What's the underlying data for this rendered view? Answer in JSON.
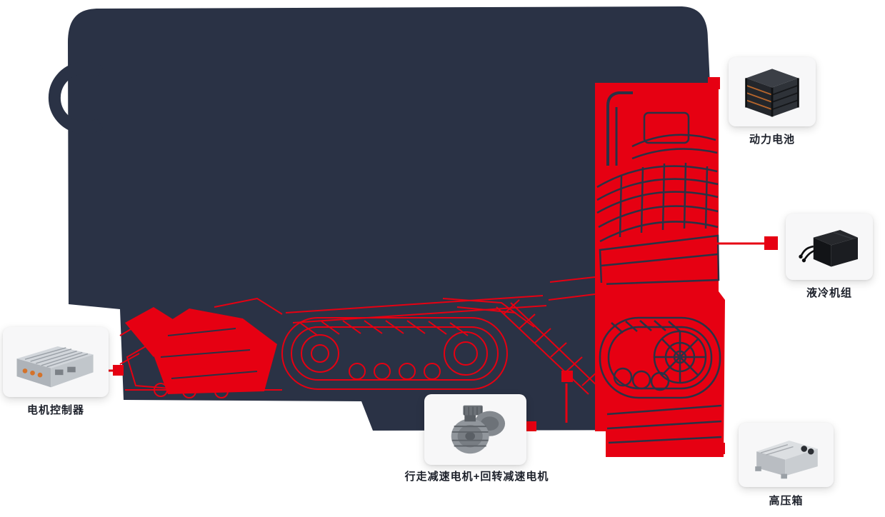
{
  "diagram": {
    "type": "product-component-callout-diagram",
    "subject": "electric-crawler-excavator",
    "components": [
      {
        "id": "power-battery",
        "label": "动力电池"
      },
      {
        "id": "liquid-cooling-unit",
        "label": "液冷机组"
      },
      {
        "id": "high-voltage-box",
        "label": "高压箱"
      },
      {
        "id": "motor-controller",
        "label": "电机控制器"
      },
      {
        "id": "travel-slew-motors",
        "label": "行走减速电机+回转减速电机"
      }
    ],
    "colors": {
      "navy": "#2a3245",
      "red": "#e60012",
      "card_background": "#f7f7f8",
      "label_color": "#1c202a",
      "page_background": "#ffffff"
    }
  }
}
